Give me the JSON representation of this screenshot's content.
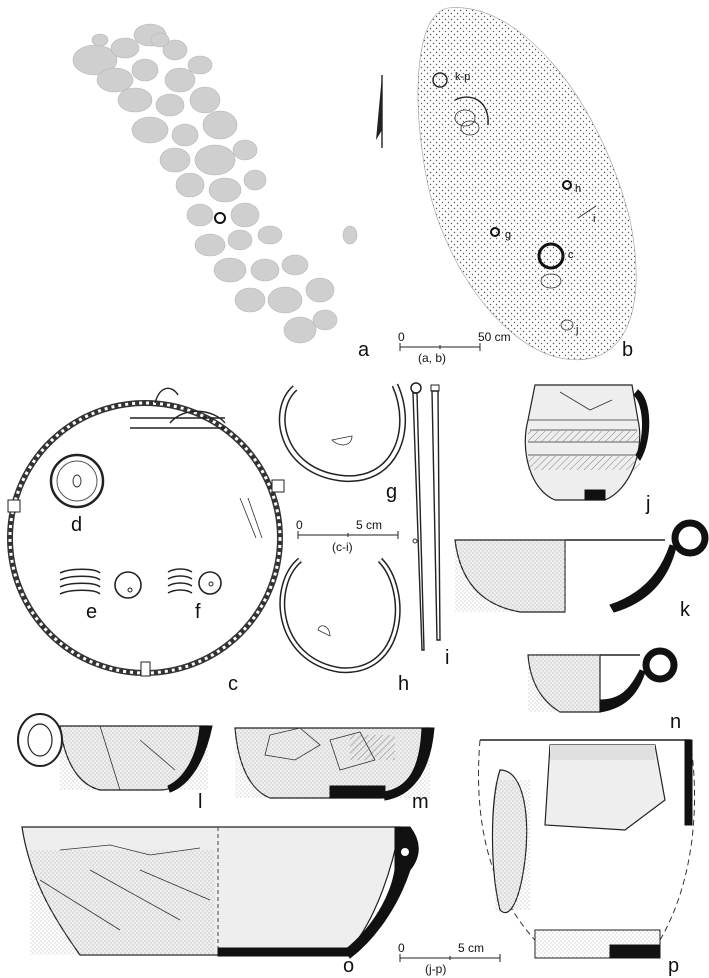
{
  "panel_labels": [
    "a",
    "b",
    "c",
    "d",
    "e",
    "f",
    "g",
    "h",
    "i",
    "j",
    "k",
    "l",
    "m",
    "n",
    "o",
    "p"
  ],
  "find_labels_in_plan": {
    "kp": "k-p",
    "h": "h",
    "i": "i",
    "g": "g",
    "c": "c",
    "j": "j"
  },
  "scale_ab": {
    "zero": "0",
    "value": "50 cm",
    "caption": "(a, b)"
  },
  "scale_ci": {
    "zero": "0",
    "value": "5 cm",
    "caption": "(c-i)"
  },
  "scale_jp": {
    "zero": "0",
    "value": "5 cm",
    "caption": "(j-p)"
  },
  "icons": [
    "north-arrow-icon"
  ]
}
